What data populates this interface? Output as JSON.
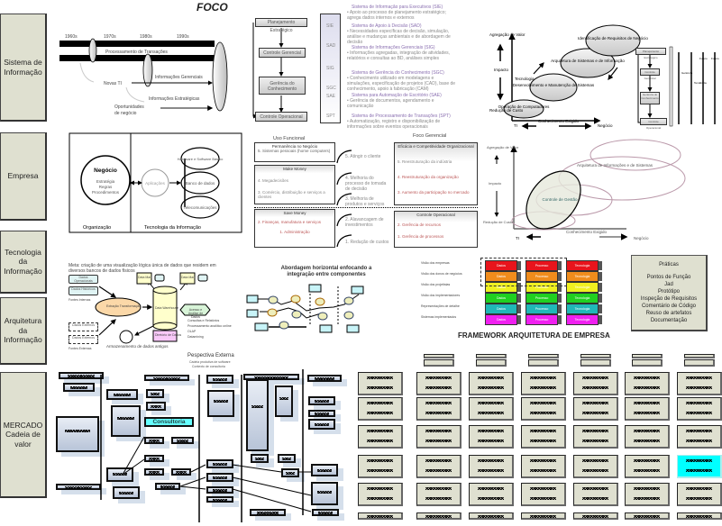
{
  "title": "FOCO",
  "left_labels": [
    "Sistema de Informação",
    "Empresa",
    "Tecnologia da Informação",
    "Arquitetura da Informação",
    "MERCADO Cadeia de valor"
  ],
  "timeline": {
    "decades": [
      "1960s",
      "1970s",
      "1980s",
      "1990s"
    ],
    "proc": "Processamento de Transações",
    "novas": "Novas TI",
    "gerenciais": "Informações Gerenciais",
    "estrategicas": "Informações Estratégicas",
    "oport1": "Oportunidades",
    "oport2": "de negócio"
  },
  "hierarchy": {
    "boxes": [
      "Planejamento Estratégico",
      "Controle Gerencial",
      "Gerência do Conhecimento",
      "Controle Operacional"
    ],
    "levels": [
      "SIE",
      "SAD",
      "SIG",
      "SGC",
      "SAE",
      "SPT"
    ],
    "desc": [
      {
        "title": "Sistema de Informação para Executivos (SIE)",
        "text": "• Apoio ao processo de planejamento estratégico; agrega dados internos e externos"
      },
      {
        "title": "Sistema de Apoio à Decisão (SAD)",
        "text": "• Necessidades específicas de decisão, simulação, análise e mudanças ambientais e de abordagem de decisão"
      },
      {
        "title": "Sistema de Informações Gerenciais (SIG)",
        "text": "• Informações agregadas, integração de atividades, relatórios e consultas ao BD, análises simples"
      },
      {
        "title": "Sistema de Gerência do Conhecimento (SGC)",
        "text": "• Conhecimento utilizado em modelagens e simulações, especificação de projetos (CAD), base de conhecimento, apoio à fabricação (CAM)"
      },
      {
        "title": "Sistema para Automação de Escritório (SAE)",
        "text": "• Gerência de documentos, agendamento e comunicação"
      },
      {
        "title": "Sistema de Processamento de Transações (SPT)",
        "text": "• Automatização, registro e disponibilização de informações sobre eventos operacionais"
      }
    ]
  },
  "pyramid": {
    "yTop": "Agregação de Valor",
    "yMid": "Impacto",
    "yBot": "Redução de Custo",
    "xLeft": "TI",
    "xMid": "Conhecimento Exigido",
    "xRight": "Negócio",
    "tecn": "Tecnologia",
    "ellipses": [
      "Operação de Computadores",
      "Desenvolvimento e Manutenção de Sistemas",
      "Arquitetura de Sistemas e de Informação",
      "Identificação de Requisitos de Negócio"
    ]
  },
  "mini_hierarchy": {
    "boxes": [
      "Planejamento Estratégico",
      "Controle Gerencial",
      "Gerência do Conhecimento",
      "Controle Operacional"
    ],
    "arrows": [
      "Gerência",
      "Tendência",
      "Futuro",
      "Futuro"
    ]
  },
  "empresa": {
    "negocio": "Negócio",
    "negocio_items": [
      "Estratégia",
      "Regras",
      "Procedimentos"
    ],
    "aplicacoes": "Aplicações",
    "ti": [
      "Hardware e Software Básico",
      "Banco de dados",
      "Telecomunicações"
    ],
    "org": "Organização",
    "ti_label": "Tecnologia da Informação"
  },
  "uso": {
    "title": "Uso Funcional",
    "foco": "Foco Gerencial",
    "perm": "Permanência no Negócio",
    "perm_item": "5. Sistemas pessoais (home computers)",
    "make": "Make Money",
    "make_items": [
      "4. Megadecisões",
      "3. Comércio, distribuição e serviços a clientes"
    ],
    "save": "Save Money",
    "save_items": [
      "2. Finanças, manufatura e serviços",
      "1. Administração"
    ],
    "mid": [
      "5. Atingir o cliente",
      "4. Melhoria do processo de tomada de decisão",
      "3. Melhoria de produtos e serviços",
      "2. Alavancagem de investimentos",
      "1. Redução de custos"
    ],
    "efic": "Eficácia e Competitividade Organizacional",
    "efic_items": [
      "5. Reestruturação da indústria",
      "4. Reestruturação da organização",
      "3. Aumento da participação no mercado"
    ],
    "ctrl": "Controle Operacional",
    "ctrl_items": [
      "2. Gerência de recursos",
      "1. Gerência de processos"
    ]
  },
  "chart2": {
    "yTop": "Agregação de Valor",
    "yMid": "Impacto",
    "yBot": "Redução de Custo",
    "xLeft": "TI",
    "xMid": "Conhecimento Exigido",
    "xRight": "Negócio",
    "arq": "Arquitetura de Informações e de Sistemas",
    "center": "Controle de Gestão"
  },
  "dw": {
    "title": "Meta: criação de uma visualização lógica única de dados que residem em diversos bancos de dados físicos",
    "sources": [
      "Dados Operacionais",
      "Dados Históricos"
    ],
    "fontes_int": "Fontes Internas",
    "externos": [
      "Dados Externos",
      "Dados Externos"
    ],
    "fontes_ext": "Fontes Externas",
    "extract": "Extração Transformação",
    "dw": "Data Warehouse",
    "mart": [
      "Data Mart",
      "Data Mart"
    ],
    "acesso": "Acesso e Análise de Dados",
    "uses": [
      "Consultas e Relatórios",
      "Processamento analítico online",
      "OLAP",
      "Datamining"
    ],
    "meta": "Diretório de Dados",
    "arch": "Armazenamento de dados antigos"
  },
  "horizontal": {
    "title": "Abordagem horizontal enfocando a integração entre componentes"
  },
  "framework": {
    "title": "FRAMEWORK ARQUITETURA DE EMPRESA",
    "rows": [
      "Visão dos empresas",
      "Visão dos donos de negócios",
      "Visão dos projetistas",
      "Visão dos implementadores",
      "Representações de detalhe",
      "Sistemas implementados"
    ],
    "cols": [
      "Dados",
      "Processo",
      "Tecnologia"
    ],
    "colors": [
      "#e8141c",
      "#f08c1c",
      "#f0f020",
      "#20d020",
      "#20b8b8",
      "#f020f0"
    ]
  },
  "praticas": {
    "title": "Práticas",
    "items": [
      "Pontos de Função",
      "Jad",
      "Protótipo",
      "Inspeção de Requisitos",
      "Comentário de Código",
      "Reuso de artefatos",
      "Documentação"
    ]
  },
  "mercado": {
    "persp": "Pespectiva Externa",
    "sub1": "Cadeia produtiva de software",
    "sub2": "Contexto de consultoria",
    "consultoria": "Consultoria",
    "highlight": "#00ffff"
  }
}
